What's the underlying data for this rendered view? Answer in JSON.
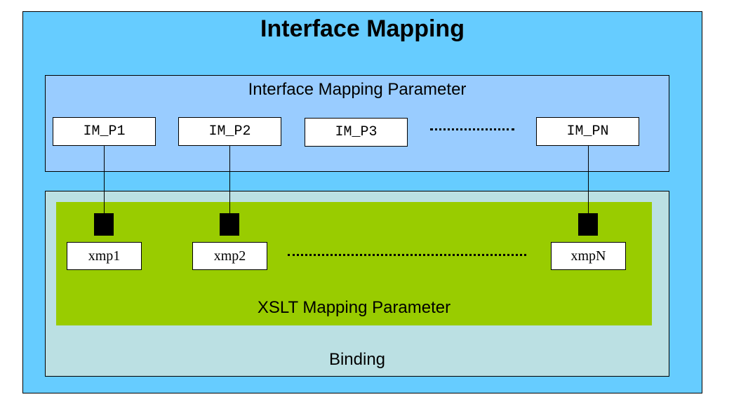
{
  "title": "Interface Mapping",
  "interface_mapping_parameter": {
    "label": "Interface Mapping Parameter",
    "params": [
      "IM_P1",
      "IM_P2",
      "IM_P3",
      "IM_PN"
    ],
    "ellipsis": "continuation-dots"
  },
  "binding": {
    "label": "Binding",
    "xslt_mapping_parameter": {
      "label": "XSLT Mapping Parameter",
      "params": [
        "xmp1",
        "xmp2",
        "xmpN"
      ]
    }
  },
  "connections": [
    {
      "from": "IM_P1",
      "to": "xmp1"
    },
    {
      "from": "IM_P2",
      "to": "xmp2"
    },
    {
      "from": "IM_PN",
      "to": "xmpN"
    }
  ],
  "colors": {
    "outer": "#66ccff",
    "interface_mapping_parameter": "#99ccff",
    "binding": "#bbe0e3",
    "xslt_mapping_parameter": "#99cc00"
  }
}
